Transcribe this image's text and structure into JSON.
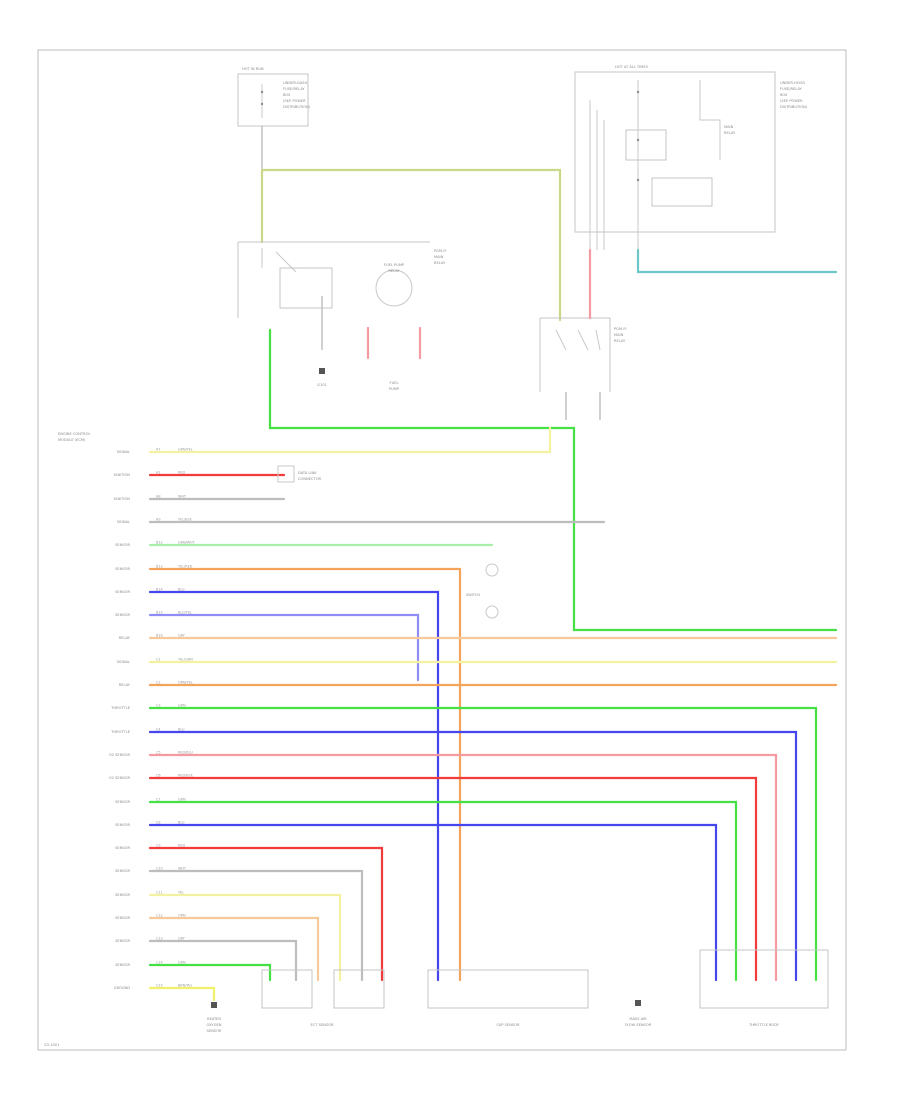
{
  "components": {
    "fuse_box_left": {
      "title": "HOT IN RUN",
      "lines": [
        "UNDER-DASH",
        "FUSE/RELAY",
        "BOX",
        "(SEE POWER",
        "DISTRIBUTION)"
      ]
    },
    "fuse_box_right": {
      "title": "HOT AT ALL TIMES",
      "lines": [
        "UNDER-HOOD",
        "FUSE/RELAY",
        "BOX",
        "(SEE POWER",
        "DISTRIBUTION)"
      ]
    },
    "pgm_fi_main_relay": {
      "lines": [
        "PGM-FI",
        "MAIN",
        "RELAY"
      ]
    },
    "fuel_pump_relay": {
      "lines": [
        "FUEL PUMP",
        "RELAY"
      ]
    },
    "main_relay_right": {
      "lines": [
        "MAIN",
        "RELAY"
      ]
    },
    "ecm": {
      "lines": [
        "ENGINE CONTROL",
        "MODULE (ECM)"
      ]
    },
    "dlc": {
      "lines": [
        "DATA LINK",
        "CONNECTOR"
      ]
    },
    "ect_sensor": {
      "lines": [
        "ECT SENSOR"
      ]
    },
    "ckp_sensor": {
      "lines": [
        "CKP SENSOR"
      ]
    },
    "o2_sensor": {
      "lines": [
        "HEATED",
        "OXYGEN",
        "SENSOR"
      ]
    },
    "throttle": {
      "lines": [
        "THROTTLE BODY"
      ]
    },
    "maf": {
      "lines": [
        "MASS AIR",
        "FLOW SENSOR"
      ]
    }
  },
  "ecm_pins": [
    {
      "label": "SIGNAL",
      "code": "A7",
      "wire": "GRN/YEL"
    },
    {
      "label": "IGNITION",
      "code": "A1",
      "wire": "RED"
    },
    {
      "label": "IGNITION",
      "code": "A8",
      "wire": "WHT"
    },
    {
      "label": "SIGNAL",
      "code": "A9",
      "wire": "YEL/BLK"
    },
    {
      "label": "SENSOR",
      "code": "B12",
      "wire": "GRN/WHT"
    },
    {
      "label": "SENSOR",
      "code": "B13",
      "wire": "YEL/RED"
    },
    {
      "label": "SENSOR",
      "code": "B14",
      "wire": "BLU"
    },
    {
      "label": "SENSOR",
      "code": "B15",
      "wire": "BLU/YEL"
    },
    {
      "label": "RELAY",
      "code": "B16",
      "wire": "GRY"
    },
    {
      "label": "SIGNAL",
      "code": "C1",
      "wire": "YEL/GRN"
    },
    {
      "label": "RELAY",
      "code": "C2",
      "wire": "ORN/YEL"
    },
    {
      "label": "THROTTLE",
      "code": "C3",
      "wire": "GRN"
    },
    {
      "label": "THROTTLE",
      "code": "C4",
      "wire": "BLU"
    },
    {
      "label": "O2 SENSOR",
      "code": "C5",
      "wire": "RED/BLU"
    },
    {
      "label": "O2 SENSOR",
      "code": "C6",
      "wire": "RED/BLK"
    },
    {
      "label": "SENSOR",
      "code": "C7",
      "wire": "GRN"
    },
    {
      "label": "SENSOR",
      "code": "C8",
      "wire": "BLU"
    },
    {
      "label": "SENSOR",
      "code": "C9",
      "wire": "RED"
    },
    {
      "label": "SENSOR",
      "code": "C10",
      "wire": "WHT"
    },
    {
      "label": "SENSOR",
      "code": "C11",
      "wire": "YEL"
    },
    {
      "label": "SENSOR",
      "code": "C12",
      "wire": "ORN"
    },
    {
      "label": "SENSOR",
      "code": "C13",
      "wire": "GRY"
    },
    {
      "label": "SENSOR",
      "code": "C14",
      "wire": "GRN"
    },
    {
      "label": "GROUND",
      "code": "C15",
      "wire": "BRN/YEL"
    }
  ],
  "colors": {
    "yellow": "#f2ef6a",
    "light_yellow": "#f4f1a0",
    "green": "#44e044",
    "light_green": "#a8eea8",
    "red": "#f23c3c",
    "pink": "#f59aa0",
    "orange": "#f4a35a",
    "orange_light": "#f7c89a",
    "blue": "#4646ee",
    "light_blue": "#8d8df5",
    "teal": "#6ec7c7",
    "olive": "#c9d98a",
    "gray": "#bdbdbd"
  }
}
